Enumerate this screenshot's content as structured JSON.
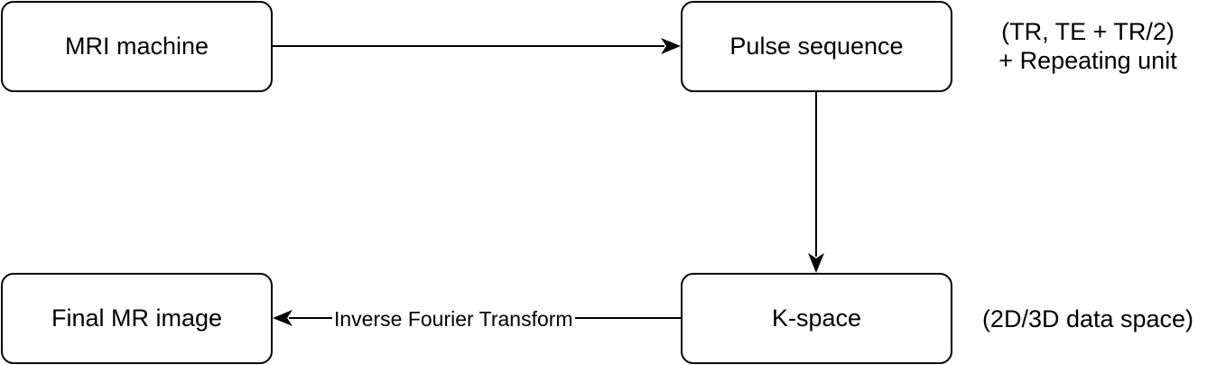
{
  "nodes": {
    "mri_machine": "MRI machine",
    "pulse_sequence": "Pulse sequence",
    "k_space": "K-space",
    "final_image": "Final MR image"
  },
  "notes": {
    "pulse_line1": "(TR, TE + TR/2)",
    "pulse_line2": "+ Repeating unit",
    "kspace": "(2D/3D data space)"
  },
  "edges": {
    "kspace_to_image_label": "Inverse Fourier Transform"
  },
  "colors": {
    "stroke": "#000000",
    "fill": "#ffffff"
  }
}
